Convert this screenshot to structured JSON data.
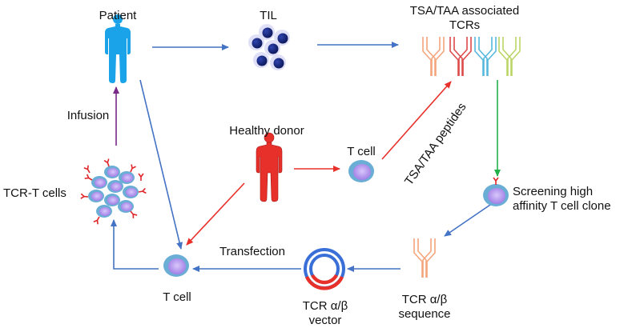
{
  "labels": {
    "patient": "Patient",
    "til": "TIL",
    "tcrs_line1": "TSA/TAA associated",
    "tcrs_line2": "TCRs",
    "infusion": "Infusion",
    "healthy_donor": "Healthy donor",
    "t_cell_mid": "T cell",
    "peptides": "TSA/TAA peptides",
    "tcr_t_cells": "TCR-T cells",
    "screening_line1": "Screening high",
    "screening_line2": "affinity T cell clone",
    "transfection": "Transfection",
    "t_cell_bottom": "T cell",
    "sequence_line1": "TCR α/β",
    "sequence_line2": "sequence",
    "vector_line1": "TCR α/β",
    "vector_line2": "vector"
  },
  "colors": {
    "patient": "#1aa3e8",
    "donor": "#e8302a",
    "blue_arrow": "#4472c4",
    "red_arrow": "#e8302a",
    "green_arrow": "#22b04b",
    "purple_arrow": "#7a2a8a",
    "cell_outer": "#6aaed6",
    "cell_inner": "#b79bf0",
    "til_nucleus": "#1c2a7a",
    "receptor": "#e0262a"
  },
  "icons": {
    "patient": "person-silhouette-icon",
    "donor": "person-silhouette-icon",
    "til": "tumor-infiltrating-lymphocytes-icon",
    "tcr": "t-cell-receptor-icon",
    "vector": "plasmid-vector-icon"
  }
}
